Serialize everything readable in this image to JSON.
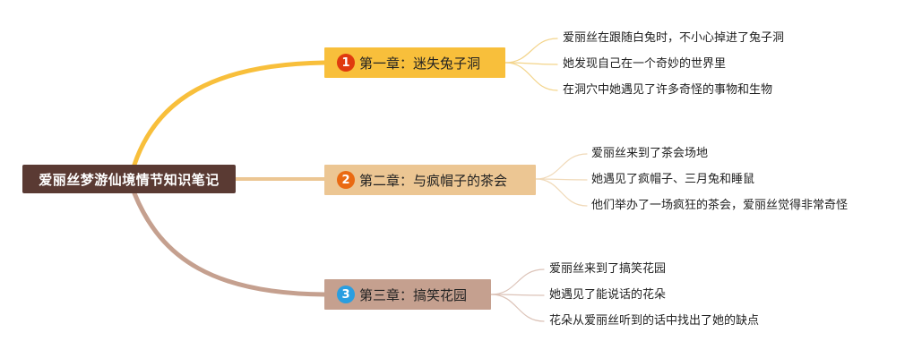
{
  "root": {
    "label": "爱丽丝梦游仙境情节知识笔记"
  },
  "branches": [
    {
      "number": "1",
      "label": "第一章：迷失兔子洞",
      "color": "#f8bf3b",
      "badge_color": "#e03a0e",
      "leaf_line_color": "#f3d48a",
      "leaves": [
        "爱丽丝在跟随白兔时，不小心掉进了兔子洞",
        "她发现自己在一个奇妙的世界里",
        "在洞穴中她遇见了许多奇怪的事物和生物"
      ]
    },
    {
      "number": "2",
      "label": "第二章：与疯帽子的茶会",
      "color": "#ecc693",
      "badge_color": "#ea6a12",
      "leaf_line_color": "#f0d9b8",
      "leaves": [
        "爱丽丝来到了茶会场地",
        "她遇见了疯帽子、三月兔和睡鼠",
        "他们举办了一场疯狂的茶会，爱丽丝觉得非常奇怪"
      ]
    },
    {
      "number": "3",
      "label": "第三章：搞笑花园",
      "color": "#c5a08f",
      "badge_color": "#2a9ee0",
      "leaf_line_color": "#dcc3b8",
      "leaves": [
        "爱丽丝来到了搞笑花园",
        "她遇见了能说话的花朵",
        "花朵从爱丽丝听到的话中找出了她的缺点"
      ]
    }
  ]
}
